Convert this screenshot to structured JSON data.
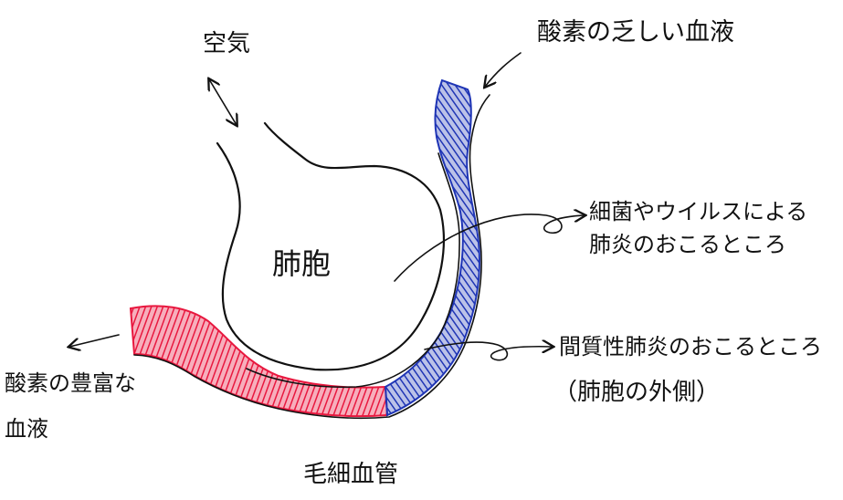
{
  "labels": {
    "air": "空気",
    "oxygen_poor_blood": "酸素の乏しい血液",
    "alveolus": "肺胞",
    "bacterial_line1": "細菌やウイルスによる",
    "bacterial_line2": "肺炎のおこるところ",
    "interstitial_line1": "間質性肺炎のおこるところ",
    "interstitial_line2": "（肺胞の外側）",
    "oxygen_rich_line1": "酸素の豊富な",
    "oxygen_rich_line2": "血液",
    "capillary": "毛細血管"
  },
  "colors": {
    "oxygen_rich": "#e8183f",
    "oxygen_poor": "#1f35b5",
    "ink": "#111111"
  }
}
